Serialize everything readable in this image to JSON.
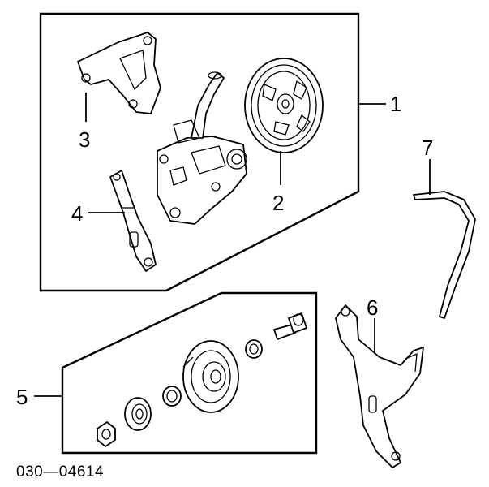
{
  "callouts": {
    "c1": "1",
    "c2": "2",
    "c3": "3",
    "c4": "4",
    "c5": "5",
    "c6": "6",
    "c7": "7"
  },
  "diagram_code": "030—04614"
}
